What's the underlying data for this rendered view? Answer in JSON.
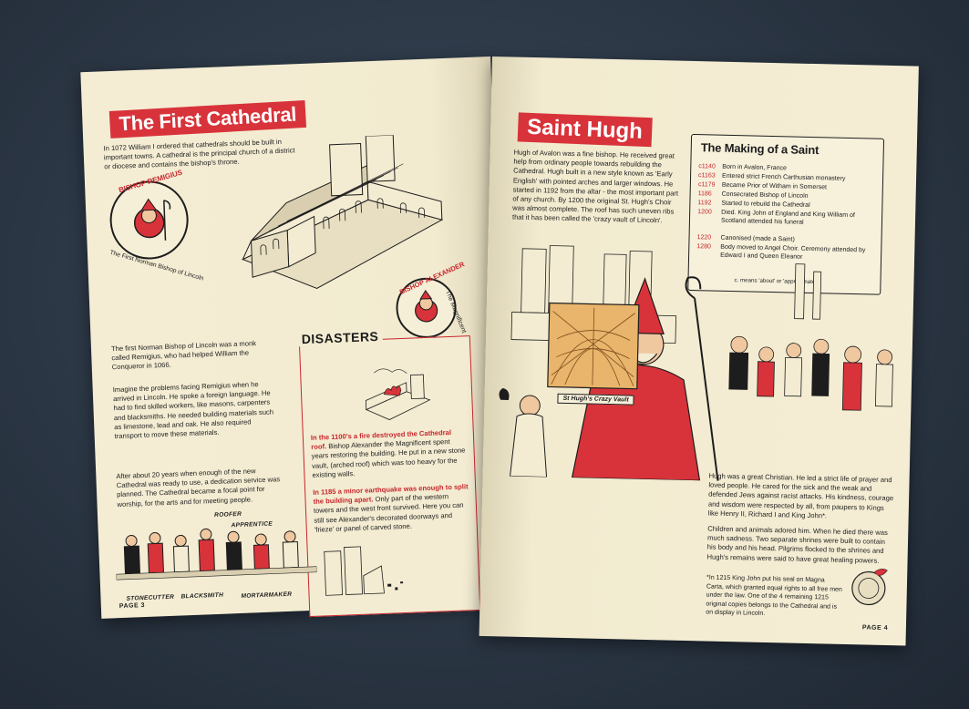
{
  "left_page": {
    "title": "The First Cathedral",
    "intro": "In 1072 William I ordered that cathedrals should be built in important towns. A cathedral is the principal church of a district or diocese and contains the bishop's throne.",
    "roundel_remigius": {
      "title": "BISHOP REMIGIUS",
      "subtitle": "The First Norman Bishop of Lincoln"
    },
    "roundel_alexander": {
      "title": "BISHOP ALEXANDER",
      "subtitle": "The Magnificent"
    },
    "body": [
      "The first Norman Bishop of Lincoln was a monk called Remigius, who had helped William the Conqueror in 1066.",
      "Imagine the problems facing Remigius when he arrived in Lincoln. He spoke a foreign language. He had to find skilled workers, like masons, carpenters and blacksmiths. He needed building materials such as limestone, lead and oak. He also required transport to move these materials.",
      "After about 20 years when enough of the new Cathedral was ready to use, a dedication service was planned. The Cathedral became a focal point for worship, for the arts and for meeting people."
    ],
    "disasters": {
      "label": "DISASTERS",
      "p1_red": "In the 1100's a fire destroyed the Cathedral roof.",
      "p1_rest": "Bishop Alexander the Magnificent spent years restoring the building. He put in a new stone vault, (arched roof) which was too heavy for the existing walls.",
      "p2_red": "In 1185 a minor earthquake was enough to split the building apart.",
      "p2_rest": "Only part of the western towers and the west front survived. Here you can still see Alexander's decorated doorways and 'frieze' or panel of carved stone."
    },
    "workers": {
      "roofer": "ROOFER",
      "apprentice": "APPRENTICE",
      "stonecutter": "STONECUTTER",
      "blacksmith": "BLACKSMITH",
      "mortarmaker": "MORTARMAKER"
    },
    "page_number": "PAGE 3"
  },
  "right_page": {
    "title": "Saint Hugh",
    "intro": "Hugh of Avalon was a fine bishop. He received great help from ordinary people towards rebuilding the Cathedral. Hugh built in a new style known as 'Early English' with pointed arches and larger windows. He started in 1192 from the altar - the most important part of any church. By 1200 the original St. Hugh's Choir was almost complete. The roof has such uneven ribs that it has been called the 'crazy vault of Lincoln'.",
    "timeline": {
      "title": "The Making of a Saint",
      "rows": [
        {
          "year": "c1140",
          "text": "Born in Avalon, France"
        },
        {
          "year": "c1163",
          "text": "Entered strict French Carthusian monastery"
        },
        {
          "year": "c1179",
          "text": "Became Prior of Witham in Somerset"
        },
        {
          "year": "1186",
          "text": "Consecrated Bishop of Lincoln"
        },
        {
          "year": "1192",
          "text": "Started to rebuild the Cathedral"
        },
        {
          "year": "1200",
          "text": "Died. King John of England and King William of Scotland attended his funeral"
        },
        {
          "year": "1220",
          "text": "Canonised (made a Saint)"
        },
        {
          "year": "1280",
          "text": "Body moved to Angel Choir. Ceremony attended by Edward I and Queen Eleanor"
        }
      ],
      "footnote": "c. means 'about' or 'approximately'"
    },
    "crazy_vault_label": "St Hugh's Crazy Vault",
    "body": [
      "Hugh was a great Christian. He led a strict life of prayer and loved people. He cared for the sick and the weak and defended Jews against racist attacks. His kindness, courage and wisdom were respected by all, from paupers to Kings like Henry II, Richard I and King John*.",
      "Children and animals adored him. When he died there was much sadness. Two separate shrines were built to contain his body and his head. Pilgrims flocked to the shrines and Hugh's remains were said to have great healing powers."
    ],
    "footnote": "*In 1215 King John put his seal on Magna Carta, which granted equal rights to all free men under the law. One of the 4 remaining 1215 original copies belongs to the Cathedral and is on display in Lincoln.",
    "page_number": "PAGE 4"
  },
  "colors": {
    "accent_red": "#d8333a",
    "paper": "#f3ecd2",
    "ink": "#1d1d1d",
    "background": "#2b3644"
  }
}
